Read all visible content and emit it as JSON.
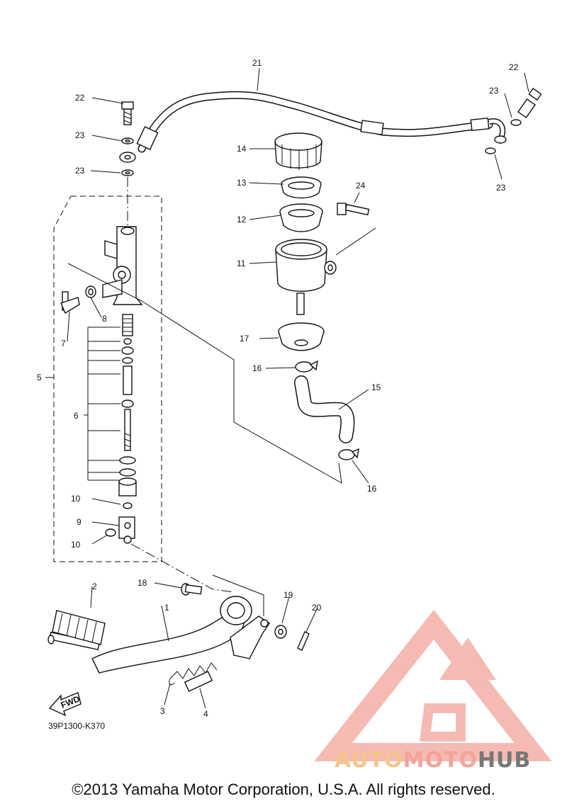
{
  "diagram": {
    "part_numbers": [
      "1",
      "2",
      "3",
      "4",
      "5",
      "6",
      "7",
      "8",
      "9",
      "10",
      "10",
      "11",
      "12",
      "13",
      "14",
      "15",
      "16",
      "16",
      "17",
      "18",
      "19",
      "20",
      "21",
      "22",
      "22",
      "23",
      "23",
      "23",
      "23",
      "24"
    ],
    "fwd_label": "FWD",
    "diagram_code": "39P1300-K370",
    "copyright": "©2013 Yamaha Motor Corporation, U.S.A. All rights reserved.",
    "watermark": {
      "part1": "AUTO",
      "part2": "MOTO",
      "part3": "HUB",
      "colors": {
        "auto": "#f5c68a",
        "moto": "#f2a49a",
        "hub": "#777777",
        "triangle": "#f2a49a"
      }
    }
  }
}
